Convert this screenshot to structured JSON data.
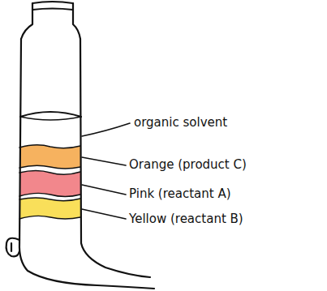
{
  "diagram": {
    "labels": [
      "organic solvent",
      "Orange (product C)",
      "Pink (reactant A)",
      "Yellow (reactant B)"
    ]
  }
}
